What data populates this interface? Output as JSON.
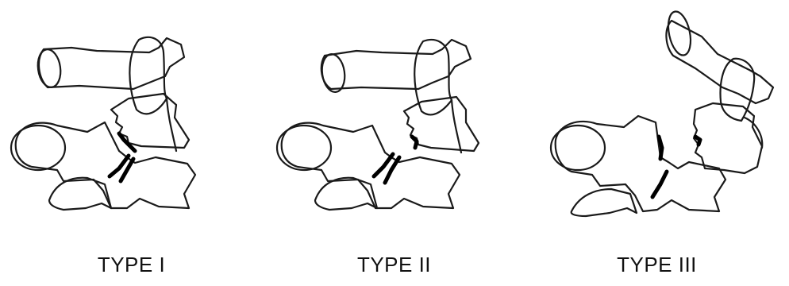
{
  "figure": {
    "panels": [
      {
        "label": "TYPE I"
      },
      {
        "label": "TYPE II"
      },
      {
        "label": "TYPE III"
      }
    ]
  }
}
